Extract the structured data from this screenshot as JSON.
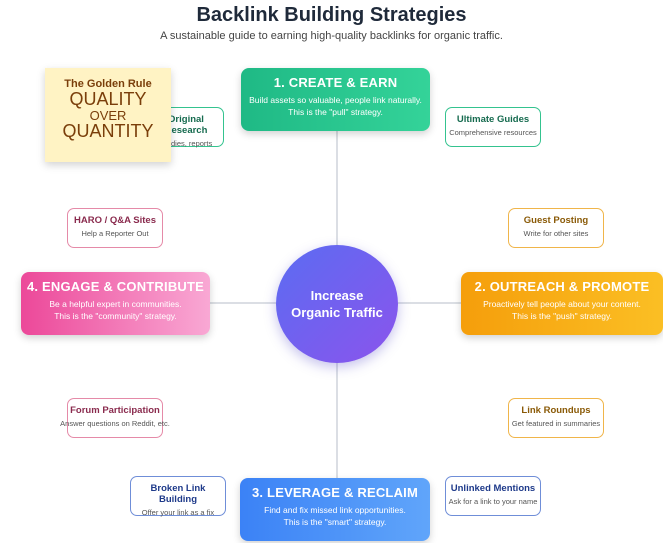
{
  "header": {
    "title": "Backlink Building Strategies",
    "subtitle": "A sustainable guide to earning high-quality backlinks for organic traffic."
  },
  "hub": {
    "line1": "Increase",
    "line2": "Organic Traffic"
  },
  "pillars": {
    "create": {
      "title": "1. CREATE & EARN",
      "line1": "Build assets so valuable, people link naturally.",
      "line2": "This is the \"pull\" strategy."
    },
    "outreach": {
      "title": "2. OUTREACH & PROMOTE",
      "line1": "Proactively tell people about your content.",
      "line2": "This is the \"push\" strategy."
    },
    "leverage": {
      "title": "3. LEVERAGE & RECLAIM",
      "line1": "Find and fix missed link opportunities.",
      "line2": "This is the \"smart\" strategy."
    },
    "engage": {
      "title": "4. ENGAGE & CONTRIBUTE",
      "line1": "Be a helpful expert in communities.",
      "line2": "This is the \"community\" strategy."
    }
  },
  "tactics": {
    "original_research": {
      "title": "Original Research",
      "desc": "Studies, reports"
    },
    "ultimate_guides": {
      "title": "Ultimate Guides",
      "desc": "Comprehensive resources"
    },
    "haro": {
      "title": "HARO / Q&A Sites",
      "desc": "Help a Reporter Out"
    },
    "guest_posting": {
      "title": "Guest Posting",
      "desc": "Write for other sites"
    },
    "forum": {
      "title": "Forum Participation",
      "desc": "Answer questions on Reddit, etc."
    },
    "roundups": {
      "title": "Link Roundups",
      "desc": "Get featured in summaries"
    },
    "broken_link": {
      "title": "Broken Link Building",
      "desc": "Offer your link as a fix"
    },
    "unlinked": {
      "title": "Unlinked Mentions",
      "desc": "Ask for a link to your name"
    }
  },
  "golden_rule": {
    "heading": "The Golden Rule",
    "word1": "QUALITY",
    "word2": "OVER",
    "word3": "QUANTITY"
  },
  "colors": {
    "hub": "#6d5ff0",
    "create": "#1fb985",
    "outreach": "#f59e0b",
    "leverage": "#3b82f6",
    "engage": "#ec4899",
    "golden_bg": "#fff3c4"
  }
}
